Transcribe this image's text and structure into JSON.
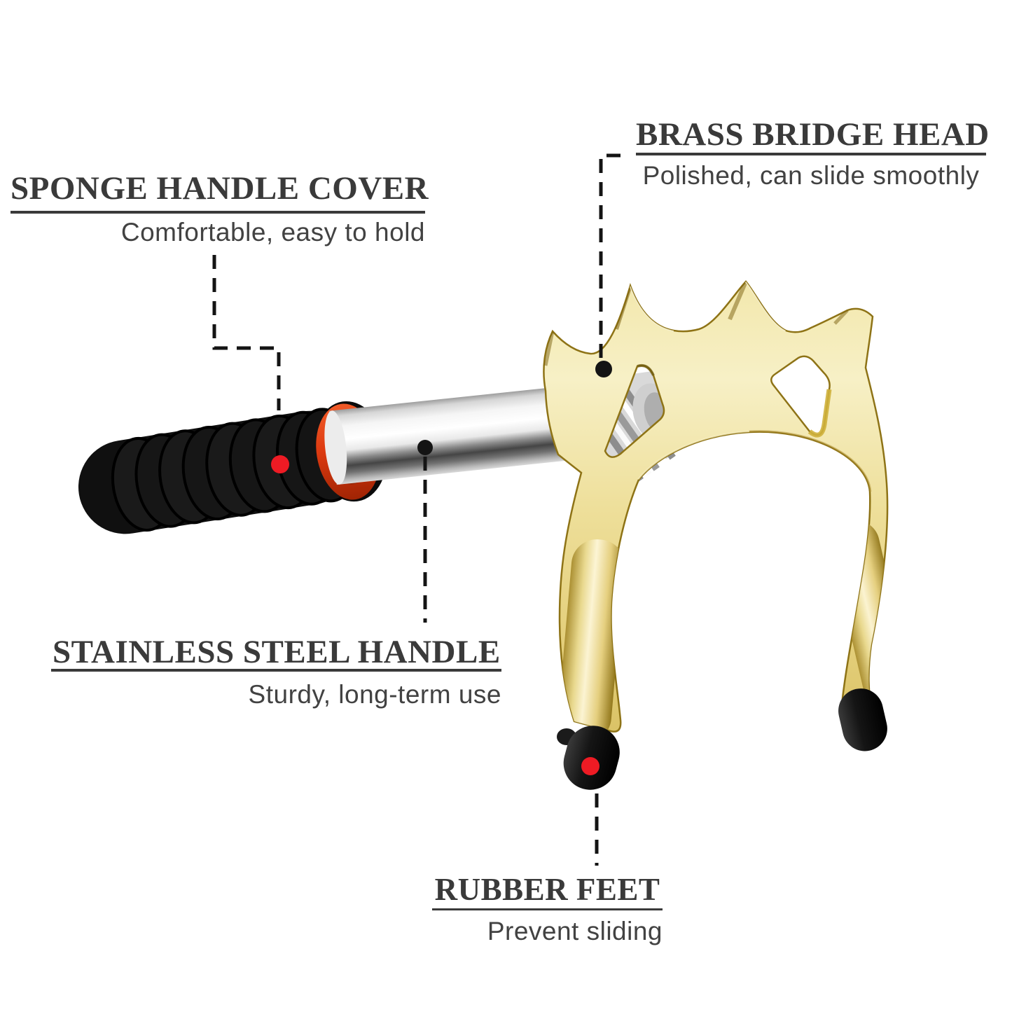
{
  "image": {
    "kind": "annotated product infographic",
    "subject": "billiards-cue-bridge-head-icon",
    "background": "#ffffff"
  },
  "callouts": {
    "sponge": {
      "title": "SPONGE HANDLE COVER",
      "subtitle": "Comfortable, easy to hold",
      "marker": "red-dot"
    },
    "brass": {
      "title": "BRASS BRIDGE HEAD",
      "subtitle": "Polished, can slide smoothly",
      "marker": "black-dot"
    },
    "steel": {
      "title": "STAINLESS STEEL HANDLE",
      "subtitle": "Sturdy, long-term use",
      "marker": "black-dot"
    },
    "rubber": {
      "title": "RUBBER FEET",
      "subtitle": "Prevent sliding",
      "marker": "red-dot"
    }
  },
  "colors": {
    "text": "#3a3a3a",
    "subtext": "#424242",
    "underline": "#3a3a3a",
    "leader_line": "#141414",
    "marker_red": "#ee1b24",
    "marker_black": "#141414",
    "brass_gold": "#eede9c",
    "brass_edge": "#8e7316",
    "chrome_steel": "#e9e9e9",
    "sponge_black": "#121212",
    "grip_ring_red": "#d93a10",
    "rubber_black": "#121212"
  }
}
